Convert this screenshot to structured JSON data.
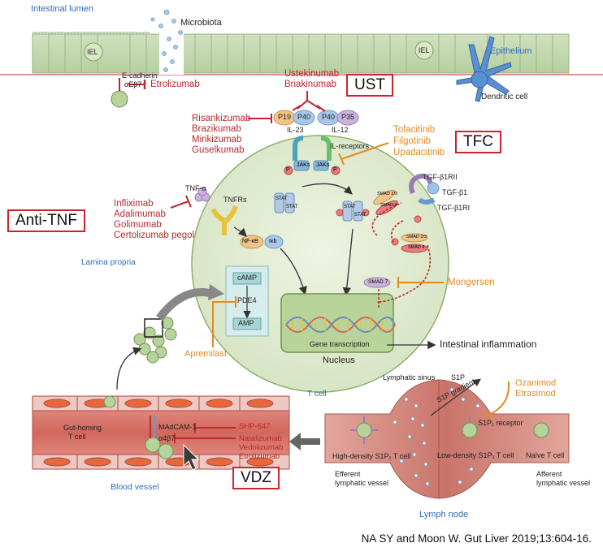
{
  "texts": {
    "intestinal_lumen": "Intestinal lumen",
    "microbiota": "Microbiota",
    "epithelium": "Epithelium",
    "iel_left": "IEL",
    "iel_right": "IEL",
    "e_cadherin": "E-cadherin",
    "aeb7": "αEβ7",
    "etrolizumab_top": "Etrolizumab",
    "dendritic_cell": "Dendritic cell",
    "ustekinumab": "Ustekinumab",
    "briakinumab": "Briakinumab",
    "ust_box": "UST",
    "risankizumab": "Risankizumab",
    "brazikumab": "Brazikumab",
    "mirikizumab": "Mirikizumab",
    "guselkumab": "Guselkumab",
    "p19": "P19",
    "p40a": "P40",
    "p40b": "P40",
    "p35": "P35",
    "il23": "IL-23",
    "il12": "IL-12",
    "il_receptors": "IL-receptors",
    "jaks_a": "JAKs",
    "jaks_b": "JAKs",
    "p_a": "P",
    "p_b": "P",
    "tofacitinib": "Tofacitinib",
    "filgotinib": "Filgotinib",
    "upadacitinib": "Upadacitinib",
    "tfc_box": "TFC",
    "tnf_a": "TNF-α",
    "tnfrs": "TNFRs",
    "infliximab": "Infliximab",
    "adalimumab": "Adalimumab",
    "golimumab": "Golimumab",
    "certolizumab": "Certolizumab pegol",
    "anti_tnf_box": "Anti-TNF",
    "nfkb": "NF-κB",
    "lb": "Iκb",
    "stat_a": "STAT",
    "stat_b": "STAT",
    "stat_c": "STAT",
    "stat_d": "STAT",
    "tgf_b1rii": "TGF-β1RII",
    "tgf_b1": "TGF-β1",
    "tgf_b1ri": "TGF-β1RI",
    "smad23_a": "SMAD 2/3",
    "smad4_a": "SMAD 4",
    "smad23_b": "SMAD 2/3",
    "smad4_b": "SMAD 4",
    "smad7": "SMAD 7",
    "mongersen": "Mongersen",
    "lamina_propria": "Lamina propria",
    "camp": "cAMP",
    "pde4": "PDE4",
    "amp": "AMP",
    "apremilast": "Apremilast",
    "gene_transcription": "Gene transcription",
    "nucleus": "Nucleus",
    "intestinal_inflammation": "Intestinal inflammation",
    "t_cell": "T cell",
    "lymphatic_sinus": "Lymphatic sinus",
    "s1p": "S1P",
    "s1p_gradient": "S1P gradient",
    "ozanimod": "Ozanimod",
    "etrasimod": "Etrasimod",
    "s1p1_receptor": "S1P₁ receptor",
    "high_density": "High-density S1P₁ T cell",
    "low_density": "Low-density S1P₁ T cell",
    "naive_t_cell": "Naïve T cell",
    "efferent": "Efferent",
    "efferent2": "lymphatic vessel",
    "afferent": "Afferent",
    "afferent2": "lymphatic vessel",
    "lymph_node": "Lymph node",
    "gut_homing": "Gut-homing",
    "gut_homing2": "T cell",
    "madcam": "MAdCAM-1",
    "a4b7": "α4β7",
    "shp647": "SHP-647",
    "natalizumab": "Natalizumab",
    "vedolizumab": "Vedolizumab",
    "etrolizumab_bottom": "Etrolizumab",
    "vdz_box": "VDZ",
    "blood_vessel": "Blood vessel",
    "citation": "NA SY and Moon W. Gut Liver 2019;13:604-16."
  },
  "colors": {
    "accent_red": "#c0262d",
    "box_red": "#d0222a",
    "label_blue": "#2f6db5",
    "drug_orange": "#e38a23",
    "cell_green": "#dfe9cf",
    "nucleus_green": "#b8d49a",
    "vessel_red": "#d76a5f"
  },
  "icons": [
    "cursor-arrow-icon",
    "dendritic-cell-icon",
    "dna-helix-icon",
    "lymph-node-icon",
    "blood-vessel-icon"
  ]
}
